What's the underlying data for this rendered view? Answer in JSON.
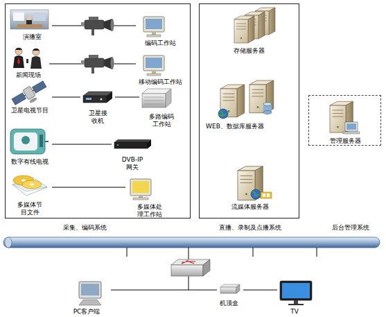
{
  "diagram": {
    "nodes": [
      {
        "text": [
          "采集、编码系统"
        ]
      },
      {
        "text": [
          "演播室"
        ],
        "in": 0
      },
      {
        "text": [
          "编码工作站"
        ],
        "in": 0
      },
      {
        "text": [
          "新闻现场"
        ],
        "in": 0
      },
      {
        "text": [
          "移动编码工作站"
        ],
        "in": 0
      },
      {
        "text": [
          "卫星电视节目"
        ],
        "in": 0
      },
      {
        "text": [
          "卫星接 收机"
        ],
        "in": 0
      },
      {
        "text": [
          "多路编码 工作站"
        ],
        "in": 0
      },
      {
        "text": [
          "数字有线电视"
        ],
        "in": 0
      },
      {
        "text": [
          "DVB-IP 网关"
        ],
        "in": 0
      },
      {
        "text": [
          "多媒体节 目文件"
        ],
        "in": 0
      },
      {
        "text": [
          "多媒体处 理工作站"
        ],
        "in": 0
      },
      {
        "text": [
          "直播、录制及点播系统"
        ]
      },
      {
        "text": [
          "存储服务器"
        ],
        "in": 12
      },
      {
        "text": [
          "WEB、数据库服务器"
        ],
        "in": 12
      },
      {
        "text": [
          "流媒体服务器"
        ],
        "in": 12
      },
      {
        "text": [
          "后台管理系统"
        ]
      },
      {
        "text": [
          "管理服务器"
        ],
        "in": 16
      },
      {
        "text": [
          "PC客户端"
        ]
      },
      {
        "text": [
          "机顶盒"
        ]
      },
      {
        "text": [
          "TV"
        ]
      }
    ],
    "edges": [
      {
        "from": 1,
        "to": 2,
        "arrow": "none"
      },
      {
        "from": 3,
        "to": 4,
        "arrow": "none"
      },
      {
        "from": 5,
        "to": 6,
        "arrow": "none"
      },
      {
        "from": 6,
        "to": 7,
        "arrow": "none"
      },
      {
        "from": 8,
        "to": 9,
        "arrow": "none"
      },
      {
        "from": 10,
        "to": 11,
        "arrow": "none"
      },
      {
        "from": 18,
        "to": 19,
        "arrow": "none"
      },
      {
        "from": 19,
        "to": 20,
        "arrow": "none"
      }
    ]
  }
}
